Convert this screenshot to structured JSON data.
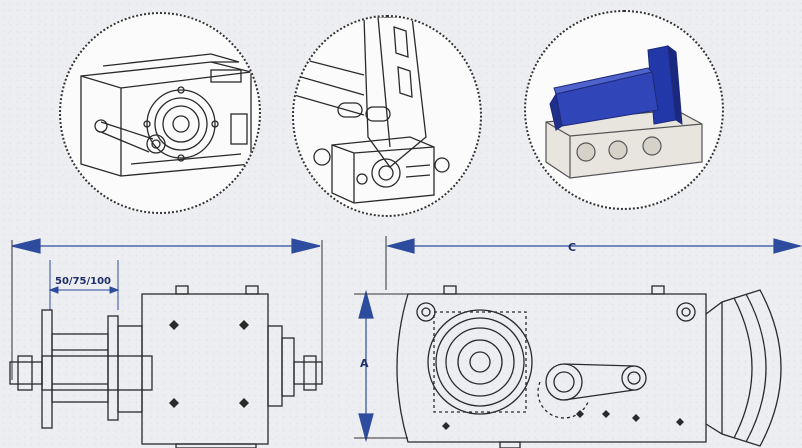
{
  "colors": {
    "dimension_blue": "#2e4c9e",
    "label_navy": "#1f2f6a",
    "bracket_blue": "#2f45b8",
    "line_drawing": "#2a2a2a",
    "background": "#eceef1"
  },
  "detail_views": [
    {
      "name": "gearbox-housing-detail"
    },
    {
      "name": "mounted-assembly-detail"
    },
    {
      "name": "mounting-bracket-detail"
    }
  ],
  "dimensions": {
    "core_label": "50/75/100",
    "height_label": "A",
    "length_label": "C"
  }
}
